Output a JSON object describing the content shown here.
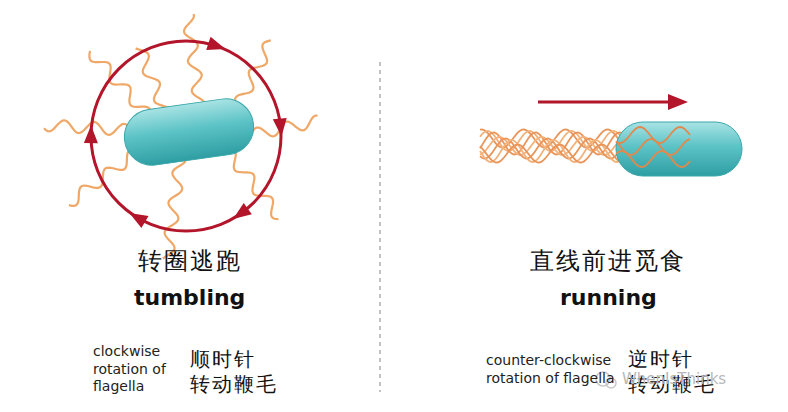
{
  "diagram": {
    "labels": [
      "转圈逃跑",
      "tumbling",
      "clockwise rotation of flagella",
      "顺时针 转动鞭毛",
      "直线前进觅食",
      "running",
      "counter-clockwise rotation of flagella",
      "逆时针 转动鞭毛",
      "WhenIsThinks"
    ]
  }
}
